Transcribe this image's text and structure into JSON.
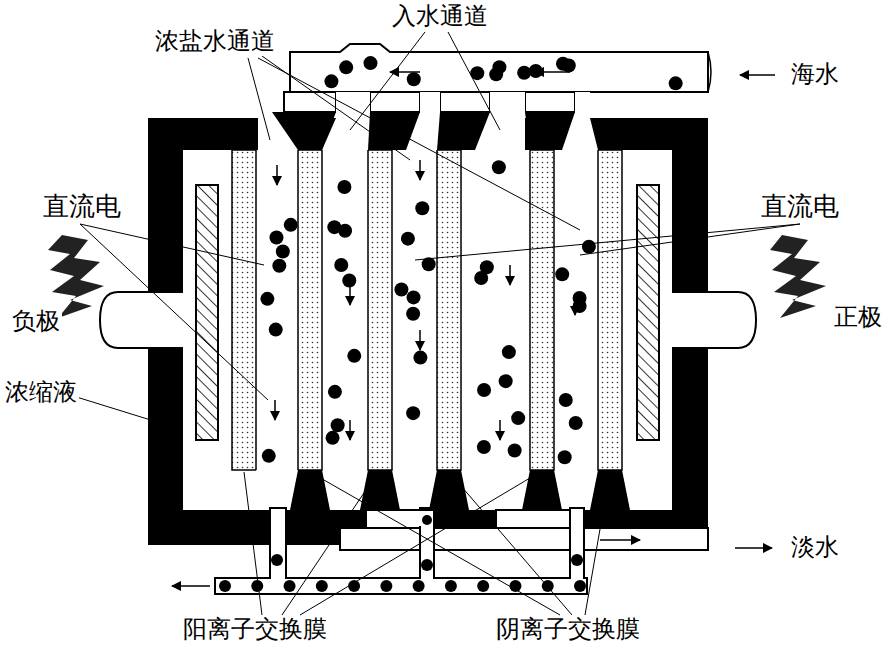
{
  "diagram": {
    "labels": [
      "入水通道",
      "浓盐水通道",
      "海水",
      "直流电",
      "直流电",
      "负极",
      "正极",
      "浓缩液",
      "淡水",
      "阳离子交换膜",
      "阴离子交换膜"
    ]
  }
}
